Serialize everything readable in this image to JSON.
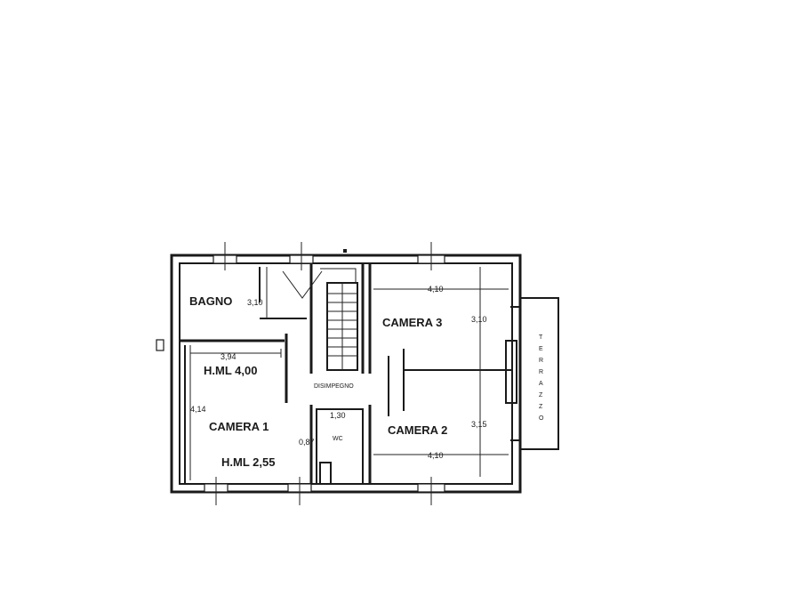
{
  "rooms": {
    "bagno": "BAGNO",
    "camera1": "CAMERA 1",
    "camera2": "CAMERA 2",
    "camera3": "CAMERA 3",
    "disimpegno": "DISIMPEGNO",
    "terrazzo": "TERRAZZO",
    "wc": "WC"
  },
  "heights": {
    "hml_top": "H.ML 4,00",
    "hml_bottom": "H.ML 2,55"
  },
  "dimensions": {
    "bagno_width": "3,10",
    "camera1_width": "3,94",
    "camera1_depth": "4,14",
    "camera3_width": "4,10",
    "camera3_depth": "3,10",
    "camera2_width": "4,10",
    "camera2_depth": "3,15",
    "wc_width": "1,30",
    "wc_depth": "0,87"
  },
  "terrazzo_letters": [
    "T",
    "E",
    "R",
    "R",
    "A",
    "Z",
    "Z",
    "O"
  ]
}
